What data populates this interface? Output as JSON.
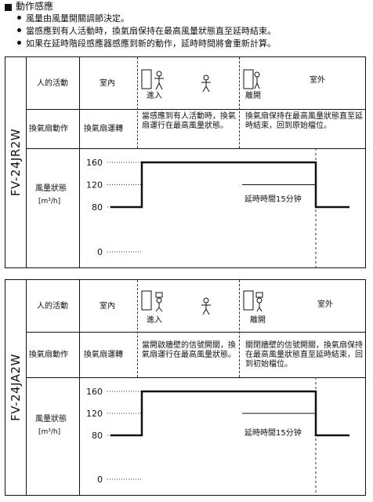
{
  "section": {
    "title": "動作感應",
    "bullets": [
      "風量由風量開關調節決定。",
      "當感應到有人活動時，換氣扇保持在最高風量狀態直至延時結束。",
      "如果在延時階段感應器感應到新的動作，延時時間將會重新計算。"
    ]
  },
  "panels": [
    {
      "model": "FV-24JR2W",
      "row_activity": "人的活動",
      "row_fan": "換氣扇動作",
      "row_airflow": "風量狀態",
      "airflow_unit": "[m³/h]",
      "indoor_label": "室內",
      "enter_label": "進入",
      "leave_label": "離開",
      "outdoor_label": "室外",
      "fan_indoor": "換氣扇運轉",
      "fan_enter": "當感應到有人活動時，換氣扇運行在最高風量狀態。",
      "fan_leave": "換氣扇保持在最高風量狀態直至延時結束，回到原始檔位。",
      "delay_label": "延時時間15分钟",
      "y_ticks": [
        "160",
        "120",
        "80",
        "0"
      ]
    },
    {
      "model": "FV-24JA2W",
      "row_activity": "人的活動",
      "row_fan": "換氣扇動作",
      "row_airflow": "風量狀態",
      "airflow_unit": "[m³/h]",
      "indoor_label": "室內",
      "enter_label": "進入",
      "leave_label": "離開",
      "outdoor_label": "室外",
      "fan_indoor": "換氣扇運轉",
      "fan_enter": "當開啟牆壁的信號開關，換氣扇運行在最高風量狀態。",
      "fan_leave": "關閉牆壁的信號開關，換氣扇保持在最高風量狀態直至延時結束，回到初始檔位。",
      "delay_label": "延時時間15分钟",
      "y_ticks": [
        "160",
        "120",
        "80",
        "0"
      ]
    }
  ],
  "chart_data": [
    {
      "type": "line",
      "ylabel": "風量狀態 [m³/h]",
      "yticks": [
        160,
        120,
        80,
        0
      ],
      "series": [
        {
          "values": [
            80,
            160,
            160,
            80
          ]
        }
      ]
    },
    {
      "type": "line",
      "ylabel": "風量狀態 [m³/h]",
      "yticks": [
        160,
        120,
        80,
        0
      ],
      "series": [
        {
          "values": [
            80,
            160,
            160,
            80
          ]
        }
      ]
    }
  ]
}
